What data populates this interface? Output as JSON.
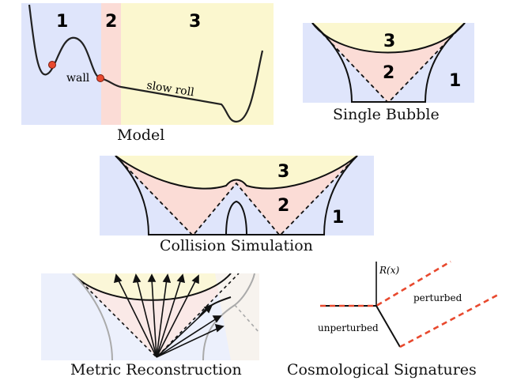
{
  "model": {
    "caption": "Model",
    "region_labels": [
      "1",
      "2",
      "3"
    ],
    "wall_label": "wall",
    "slow_roll_label": "slow roll",
    "colors": {
      "region1": "#dfe5fb",
      "region2": "#fbdcd6",
      "region3": "#fbf7cf",
      "dot": "#e8492e"
    }
  },
  "single_bubble": {
    "caption": "Single Bubble",
    "region_labels": [
      "3",
      "2",
      "1"
    ]
  },
  "collision": {
    "caption": "Collision Simulation",
    "region_labels": [
      "3",
      "2",
      "1"
    ]
  },
  "metric": {
    "caption": "Metric Reconstruction"
  },
  "signatures": {
    "caption": "Cosmological Signatures",
    "axis_label": "R(x)",
    "perturbed_label": "perturbed",
    "unperturbed_label": "unperturbed",
    "colors": {
      "perturbed_line": "#e8492e"
    }
  }
}
